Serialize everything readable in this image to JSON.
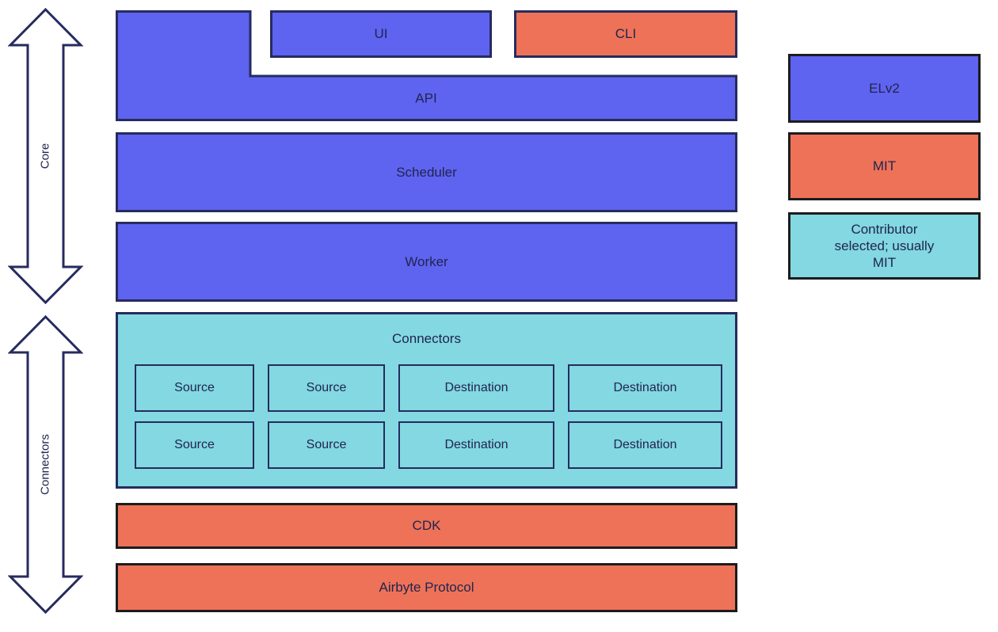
{
  "diagram": {
    "arrows": [
      {
        "label": "Core"
      },
      {
        "label": "Connectors"
      }
    ],
    "boxes": {
      "ui": {
        "label": "UI"
      },
      "cli": {
        "label": "CLI"
      },
      "api": {
        "label": "API"
      },
      "scheduler": {
        "label": "Scheduler"
      },
      "worker": {
        "label": "Worker"
      },
      "connectors": {
        "title": "Connectors",
        "cells": [
          {
            "label": "Source"
          },
          {
            "label": "Source"
          },
          {
            "label": "Destination"
          },
          {
            "label": "Destination"
          },
          {
            "label": "Source"
          },
          {
            "label": "Source"
          },
          {
            "label": "Destination"
          },
          {
            "label": "Destination"
          }
        ]
      },
      "cdk": {
        "label": "CDK"
      },
      "protocol": {
        "label": "Airbyte Protocol"
      }
    },
    "legend": {
      "items": [
        {
          "label": "ELv2",
          "color": "#5e63f0"
        },
        {
          "label": "MIT",
          "color": "#ee7258"
        },
        {
          "label": "Contributor selected; usually MIT",
          "color": "#83d8e2"
        }
      ]
    },
    "colors": {
      "elv2_blue": "#5e63f0",
      "mit_orange": "#ee7258",
      "contributor_teal": "#83d8e2",
      "outline_navy": "#262b5e",
      "outline_dark": "#1c1c1e",
      "text": "#21254e"
    }
  }
}
